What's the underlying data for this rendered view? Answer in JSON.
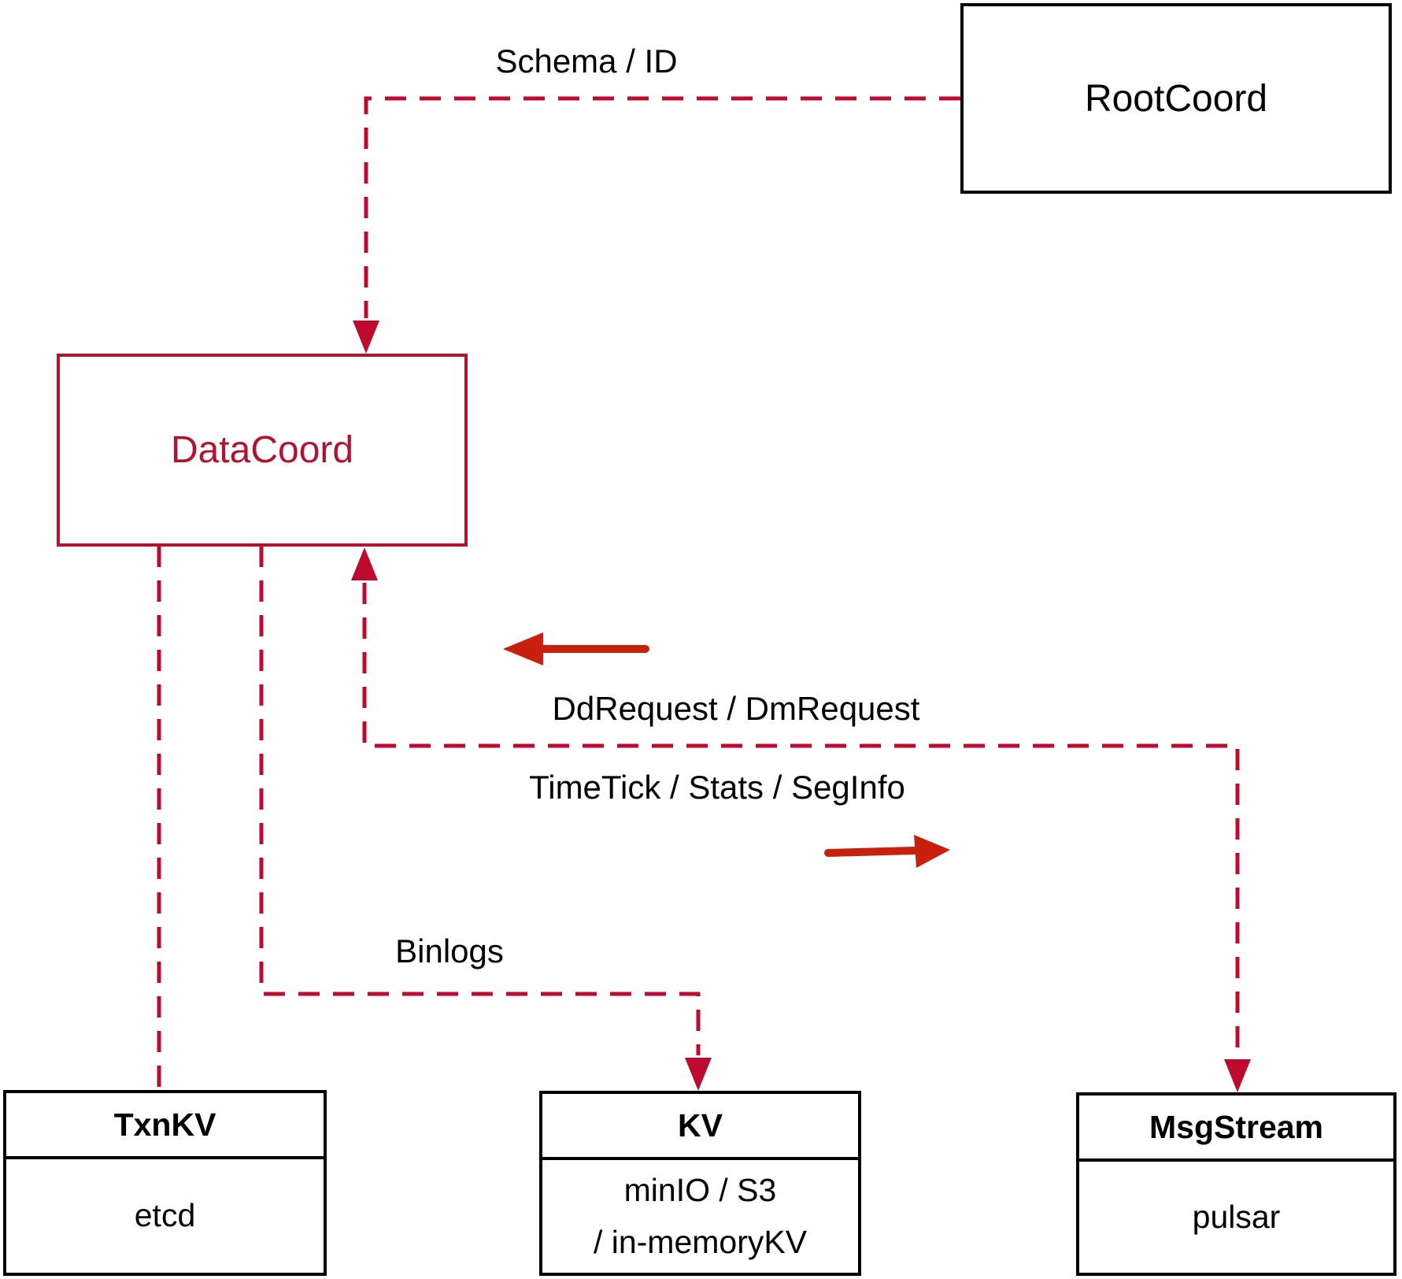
{
  "nodes": {
    "rootcoord": {
      "label": "RootCoord"
    },
    "datacoord": {
      "label": "DataCoord"
    },
    "txnkv": {
      "title": "TxnKV",
      "body": "etcd"
    },
    "kv": {
      "title": "KV",
      "body_line1": "minIO / S3",
      "body_line2": "/ in-memoryKV"
    },
    "msgstream": {
      "title": "MsgStream",
      "body": "pulsar"
    }
  },
  "edge_labels": {
    "schema_id": "Schema / ID",
    "dd_dm_request": "DdRequest / DmRequest",
    "timetick_stats_seginfo": "TimeTick / Stats / SegInfo",
    "binlogs": "Binlogs"
  },
  "colors": {
    "dashed_line": "#bf0a30",
    "solid_arrow": "#c9200e",
    "datacoord_accent": "#b11330",
    "box_border": "#000000",
    "text": "#000000",
    "background": "#ffffff"
  }
}
